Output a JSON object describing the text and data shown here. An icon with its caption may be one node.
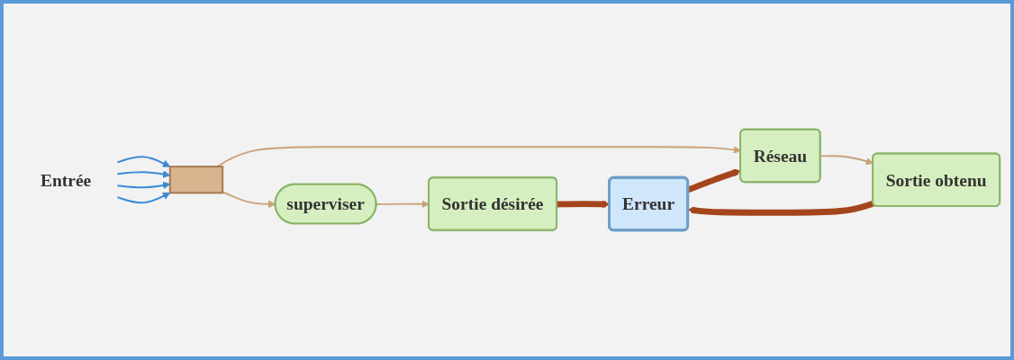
{
  "diagram": {
    "nodes": [
      {
        "text": [
          "Entrée"
        ]
      },
      {
        "text": [],
        "shape": "bar"
      },
      {
        "text": [
          "superviser"
        ]
      },
      {
        "text": [
          "Sortie désirée"
        ]
      },
      {
        "text": [
          "Erreur"
        ]
      },
      {
        "text": [
          "Réseau"
        ]
      },
      {
        "text": [
          "Sortie obtenu"
        ]
      }
    ],
    "edges": [
      {
        "from": 0,
        "to": 1,
        "arrow": "to",
        "color": "#3a8ad6"
      },
      {
        "from": 0,
        "to": 1,
        "arrow": "to",
        "color": "#3a8ad6"
      },
      {
        "from": 0,
        "to": 1,
        "arrow": "to",
        "color": "#3a8ad6"
      },
      {
        "from": 0,
        "to": 1,
        "arrow": "to",
        "color": "#3a8ad6"
      },
      {
        "from": 1,
        "to": 2,
        "arrow": "to",
        "color": "#c9a27a"
      },
      {
        "from": 1,
        "to": 5,
        "arrow": "to",
        "color": "#c9a27a"
      },
      {
        "from": 2,
        "to": 3,
        "arrow": "to",
        "color": "#c9a27a"
      },
      {
        "from": 5,
        "to": 6,
        "arrow": "to",
        "color": "#c9a27a"
      },
      {
        "from": 3,
        "to": 4,
        "arrow": "to",
        "color": "#a5451c",
        "style": "thick"
      },
      {
        "from": 6,
        "to": 4,
        "arrow": "to",
        "color": "#a5451c",
        "style": "thick"
      },
      {
        "from": 4,
        "to": 5,
        "arrow": "to",
        "color": "#a5451c",
        "style": "thick"
      }
    ]
  }
}
